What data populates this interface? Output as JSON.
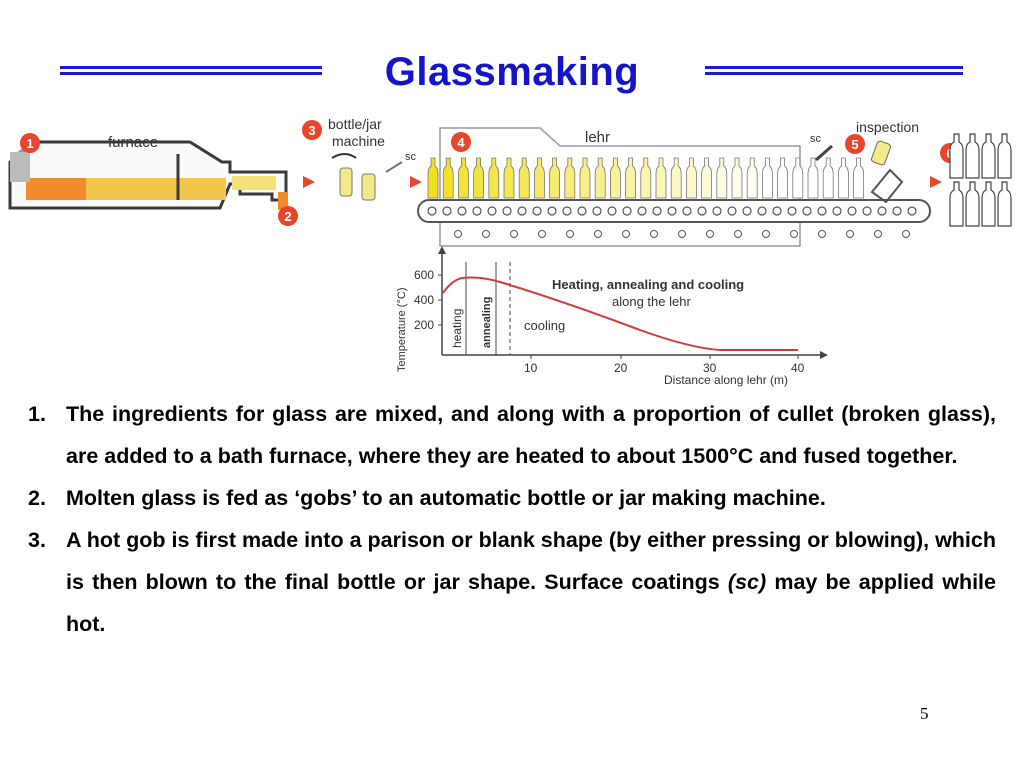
{
  "slide": {
    "title": "Glassmaking",
    "page_number": "5"
  },
  "diagram": {
    "labels": {
      "furnace": "furnace",
      "machine_line1": "bottle/jar",
      "machine_line2": "machine",
      "sc_machine": "sc",
      "lehr": "lehr",
      "sc_inspection": "sc",
      "inspection": "inspection"
    },
    "steps": [
      "1",
      "2",
      "3",
      "4",
      "5",
      "6"
    ],
    "graph": {
      "ylabel": "Temperature (°C)",
      "xlabel": "Distance along lehr (m)",
      "title_line1": "Heating, annealing and cooling",
      "title_line2": "along the lehr",
      "yticks": [
        "600",
        "400",
        "200"
      ],
      "xticks": [
        "10",
        "20",
        "30",
        "40"
      ],
      "zone_heating": "heating",
      "zone_annealing": "annealing",
      "zone_cooling": "cooling"
    }
  },
  "steps_text": [
    {
      "num": "1.",
      "text": "The ingredients for glass are mixed, and along with a proportion of cullet (broken glass), are added to a bath furnace, where they are heated to about 1500°C and fused together."
    },
    {
      "num": "2.",
      "text": "Molten glass is fed as ‘gobs’ to an automatic bottle or jar making machine."
    },
    {
      "num": "3.",
      "text_before": "A hot gob is first made into a parison or blank shape (by either pressing or blowing), which is then blown to the final bottle or jar shape. Surface coatings ",
      "text_italic": "(sc)",
      "text_after": " may be applied while hot."
    }
  ],
  "colors": {
    "title": "#1414c8",
    "step_marker": "#e8452c",
    "curve": "#d63a3a",
    "glass_hot": "#f0e020"
  }
}
